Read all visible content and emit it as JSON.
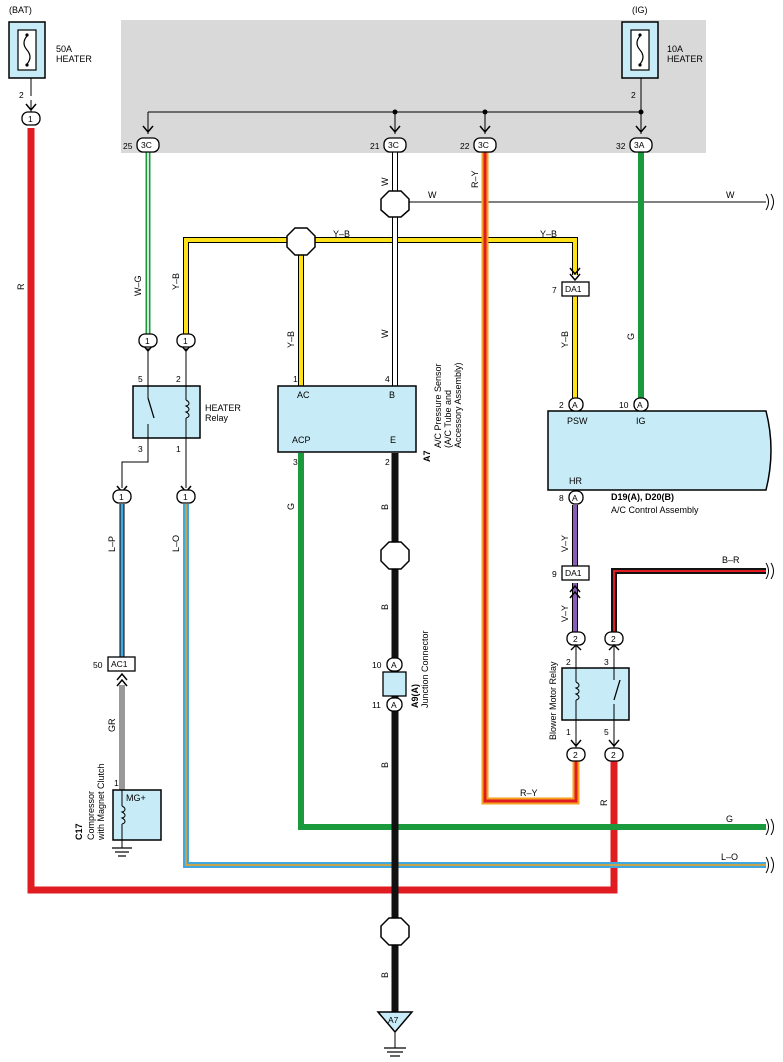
{
  "fuses": {
    "bat": {
      "source": "(BAT)",
      "rating": "50A",
      "name": "HEATER",
      "pin": "2",
      "conn": "1"
    },
    "ig": {
      "source": "(IG)",
      "rating": "10A",
      "name": "HEATER",
      "pin": "2"
    }
  },
  "jb_pins": [
    {
      "num": "25",
      "conn": "3C"
    },
    {
      "num": "21",
      "conn": "3C"
    },
    {
      "num": "22",
      "conn": "3C"
    },
    {
      "num": "32",
      "conn": "3A"
    }
  ],
  "wires": {
    "r": "R",
    "wg": "W–G",
    "yb": "Y–B",
    "w": "W",
    "ry": "R–Y",
    "g": "G",
    "lp": "L–P",
    "lo": "L–O",
    "gr": "GR",
    "b": "B",
    "vy": "V–Y",
    "br": "B–R"
  },
  "heater_relay": {
    "name": "HEATER",
    "sub": "Relay",
    "pins": [
      "5",
      "2",
      "3",
      "1"
    ],
    "conn": "1"
  },
  "pressure_sensor": {
    "id": "A7",
    "name": "A/C Pressure Sensor",
    "sub1": "(A/C Tube and",
    "sub2": "Accessory Assembly)",
    "terminals": {
      "ac": "AC",
      "b": "B",
      "acp": "ACP",
      "e": "E"
    },
    "pins": {
      "ac": "1",
      "b": "4",
      "acp": "3",
      "e": "2"
    }
  },
  "da1": {
    "conn": "DA1",
    "pin_top": "7",
    "pin_bottom": "9"
  },
  "ac1": {
    "conn": "AC1",
    "pin": "50"
  },
  "control": {
    "id": "D19(A), D20(B)",
    "name": "A/C Control Assembly",
    "terminals": {
      "psw": "PSW",
      "ig": "IG",
      "hr": "HR"
    },
    "pins": {
      "psw": "2",
      "ig": "10",
      "hr": "8"
    },
    "conn": "A"
  },
  "junction": {
    "id": "A9(A)",
    "name": "Junction Connector",
    "pin_top": "10",
    "pin_bottom": "11",
    "conn": "A"
  },
  "compressor": {
    "id": "C17",
    "name": "Compressor",
    "sub": "with Magnet Clutch",
    "terminal": "MG+",
    "pin": "1"
  },
  "blower_relay": {
    "name": "Blower Motor Relay",
    "pins": {
      "tl": "2",
      "tr": "3",
      "bl": "1",
      "br": "5"
    },
    "conn": "2"
  },
  "ground": {
    "label": "A7"
  }
}
